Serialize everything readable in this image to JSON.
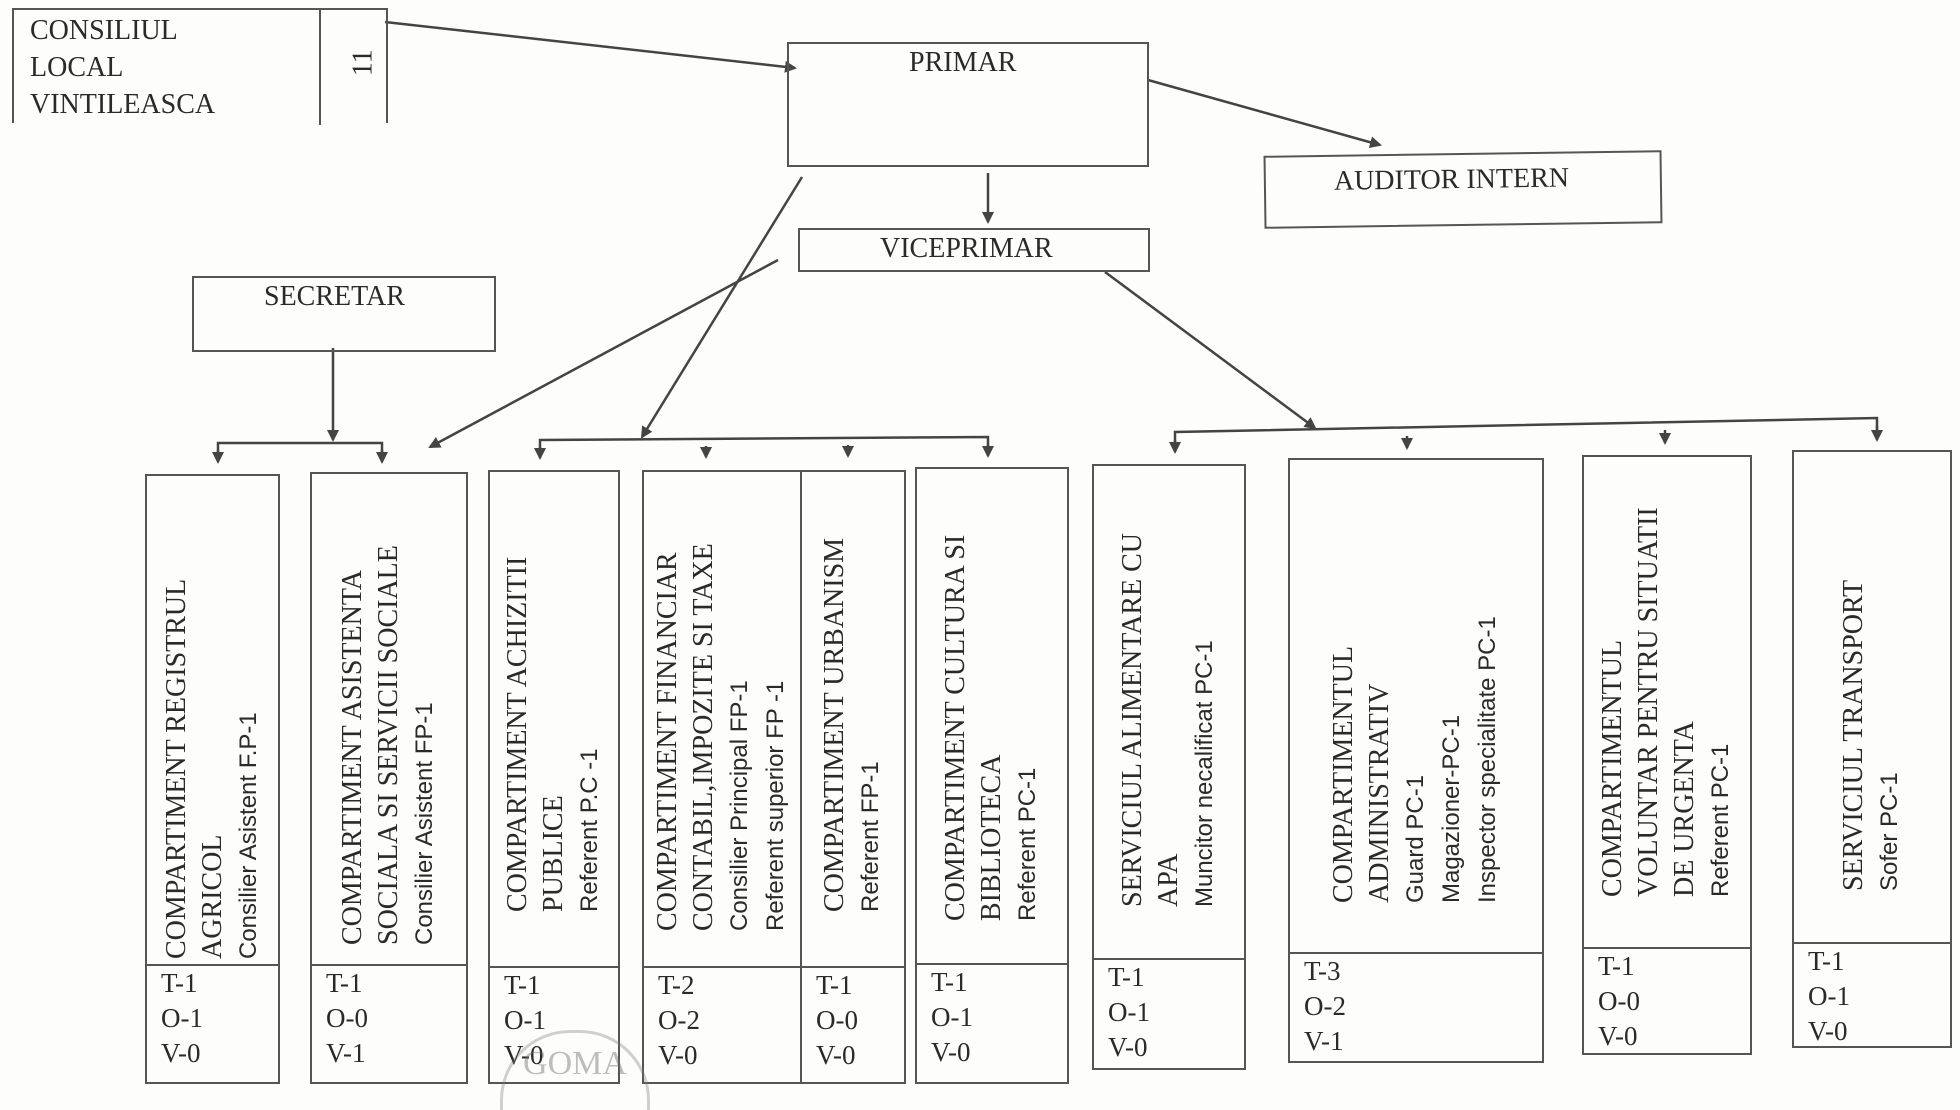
{
  "top": {
    "council": {
      "lines": [
        "CONSILIUL",
        "LOCAL",
        "VINTILEASCA"
      ],
      "count": "11"
    },
    "primar": "PRIMAR",
    "auditor": "AUDITOR INTERN",
    "viceprimar": "VICEPRIMAR",
    "secretar": "SECRETAR"
  },
  "departments": [
    {
      "title": [
        "COMPARTIMENT REGISTRUL",
        "AGRICOL"
      ],
      "roles": [
        "Consilier  Asistent F.P-1"
      ],
      "stats": [
        "T-1",
        "O-1",
        "V-0"
      ]
    },
    {
      "title": [
        "COMPARTIMENT ASISTENTA",
        "SOCIALA SI SERVICII  SOCIALE"
      ],
      "roles": [
        "Consilier Asistent FP-1"
      ],
      "stats": [
        "T-1",
        "O-0",
        "V-1"
      ]
    },
    {
      "title": [
        "COMPARTIMENT ACHIZITII",
        "PUBLICE"
      ],
      "roles": [
        "Referent P.C -1"
      ],
      "stats": [
        "T-1",
        "O-1",
        "V-0"
      ]
    },
    {
      "title": [
        "COMPARTIMENT FINANCIAR",
        "CONTABIL,IMPOZITE SI TAXE"
      ],
      "roles": [
        "Consilier Principal FP-1",
        "Referent superior FP -1"
      ],
      "stats": [
        "T-2",
        "O-2",
        "V-0"
      ]
    },
    {
      "title": [
        "COMPARTIMENT URBANISM"
      ],
      "roles": [
        "Referent FP-1"
      ],
      "stats": [
        "T-1",
        "O-0",
        "V-0"
      ]
    },
    {
      "title": [
        "COMPARTIMENT CULTURA SI",
        "BIBLIOTECA"
      ],
      "roles": [
        "Referent PC-1"
      ],
      "stats": [
        "T-1",
        "O-1",
        "V-0"
      ]
    },
    {
      "title": [
        "SERVICIUL ALIMENTARE CU",
        "APA"
      ],
      "roles": [
        "Muncitor necalificat PC-1"
      ],
      "stats": [
        "T-1",
        "O-1",
        "V-0"
      ]
    },
    {
      "title": [
        "COMPARTIMENTUL",
        "ADMINISTRATIV"
      ],
      "roles": [
        "Guard PC-1",
        "Magazioner-PC-1",
        "Inspector specialitate  PC-1"
      ],
      "stats": [
        "T-3",
        "O-2",
        "V-1"
      ]
    },
    {
      "title": [
        "COMPARTIMENTUL",
        "VOLUNTAR PENTRU SITUATII",
        "DE URGENTA"
      ],
      "roles": [
        "Referent  PC-1"
      ],
      "stats": [
        "T-1",
        "O-0",
        "V-0"
      ]
    },
    {
      "title": [
        "SERVICIUL TRANSPORT"
      ],
      "roles": [
        "Sofer PC-1"
      ],
      "stats": [
        "T-1",
        "O-1",
        "V-0"
      ]
    }
  ],
  "stamp": "GOMA"
}
